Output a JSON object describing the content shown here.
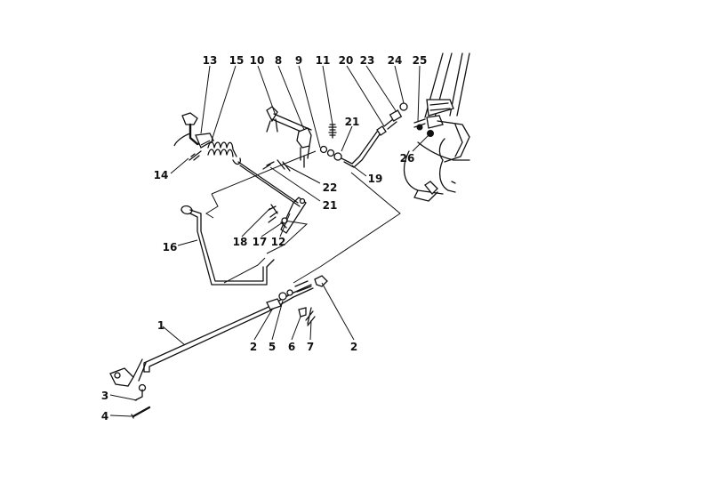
{
  "callouts": [
    {
      "id": "c13",
      "text": "13"
    },
    {
      "id": "c15",
      "text": "15"
    },
    {
      "id": "c10",
      "text": "10"
    },
    {
      "id": "c8",
      "text": "8"
    },
    {
      "id": "c9",
      "text": "9"
    },
    {
      "id": "c11",
      "text": "11"
    },
    {
      "id": "c20",
      "text": "20"
    },
    {
      "id": "c23",
      "text": "23"
    },
    {
      "id": "c24",
      "text": "24"
    },
    {
      "id": "c25",
      "text": "25"
    },
    {
      "id": "c21a",
      "text": "21"
    },
    {
      "id": "c26",
      "text": "26"
    },
    {
      "id": "c14",
      "text": "14"
    },
    {
      "id": "c19",
      "text": "19"
    },
    {
      "id": "c22",
      "text": "22"
    },
    {
      "id": "c21b",
      "text": "21"
    },
    {
      "id": "c18",
      "text": "18"
    },
    {
      "id": "c17",
      "text": "17"
    },
    {
      "id": "c12",
      "text": "12"
    },
    {
      "id": "c16",
      "text": "16"
    },
    {
      "id": "c1",
      "text": "1"
    },
    {
      "id": "c2a",
      "text": "2"
    },
    {
      "id": "c5",
      "text": "5"
    },
    {
      "id": "c6",
      "text": "6"
    },
    {
      "id": "c7",
      "text": "7"
    },
    {
      "id": "c2b",
      "text": "2"
    },
    {
      "id": "c3",
      "text": "3"
    },
    {
      "id": "c4",
      "text": "4"
    }
  ]
}
